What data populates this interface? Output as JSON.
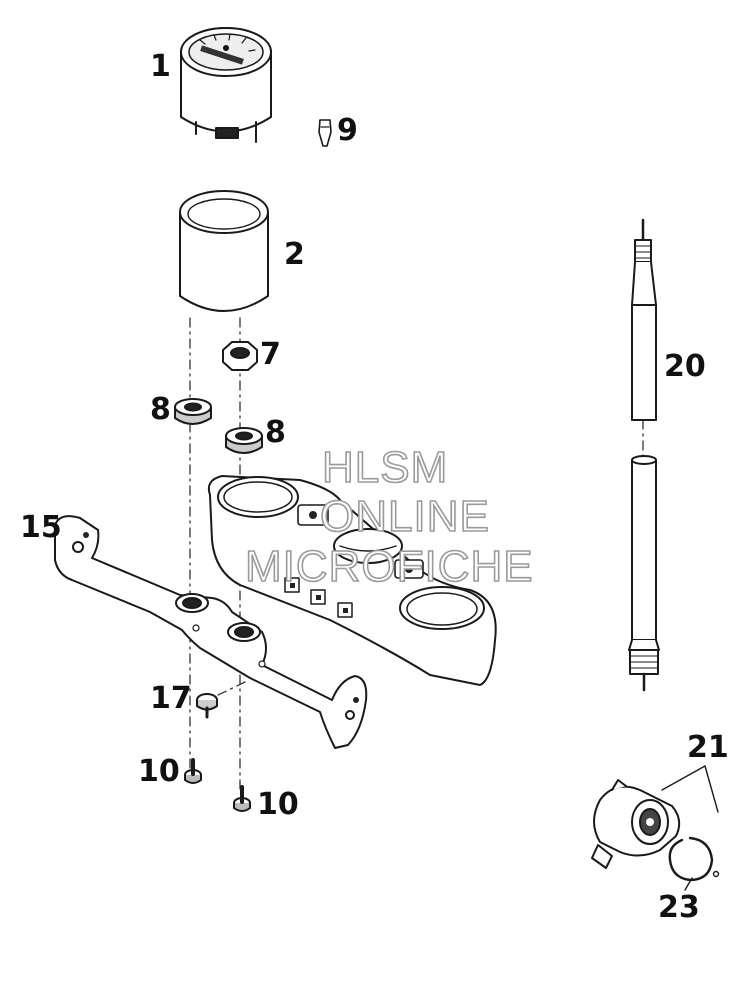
{
  "callouts": {
    "c1": "1",
    "c2": "2",
    "c7": "7",
    "c8a": "8",
    "c8b": "8",
    "c9": "9",
    "c10a": "10",
    "c10b": "10",
    "c15": "15",
    "c17": "17",
    "c20": "20",
    "c21": "21",
    "c23": "23"
  },
  "watermark": {
    "line1": "HLSM",
    "line2": "ONLINE",
    "line3": "MICROFICHE"
  }
}
